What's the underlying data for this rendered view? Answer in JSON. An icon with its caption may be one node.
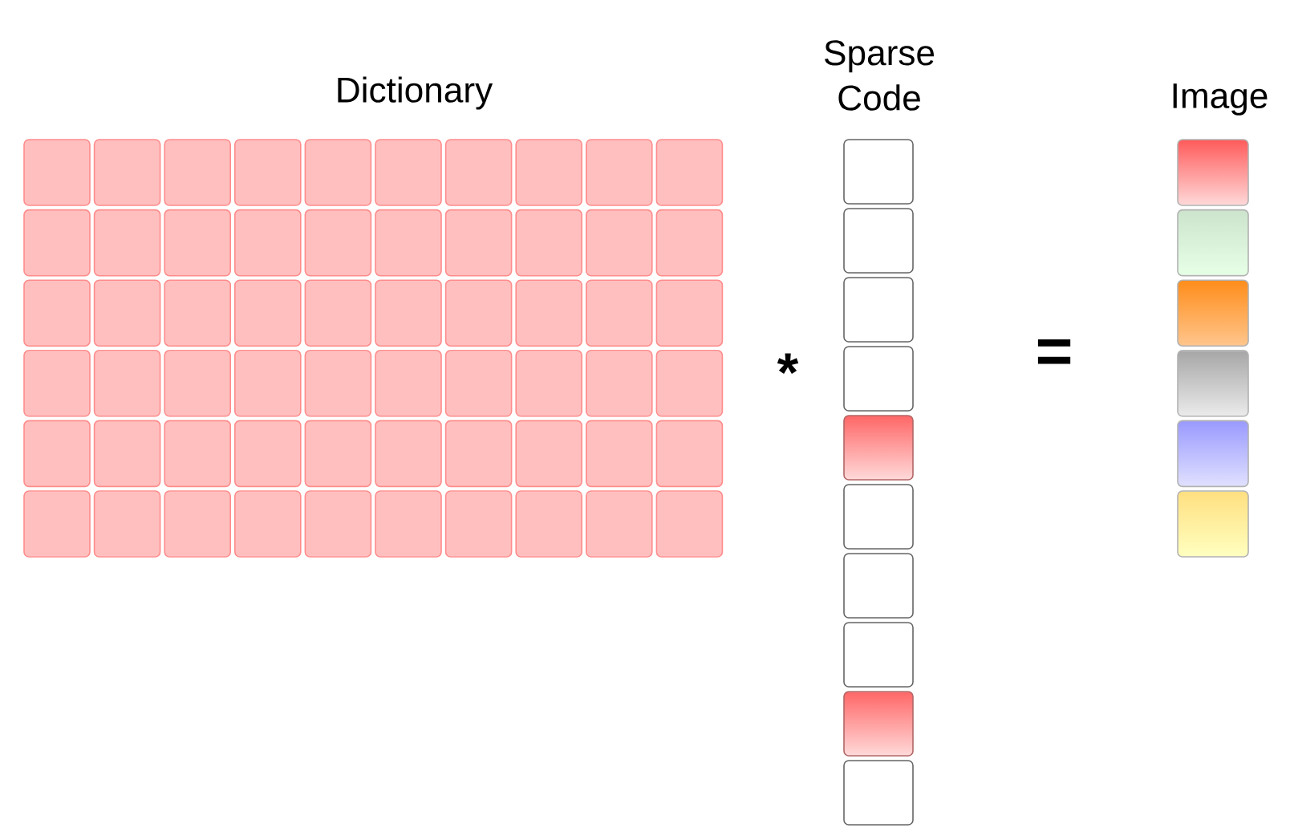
{
  "diagram": {
    "labels": [
      "Dictionary",
      "Sparse Code",
      "Image",
      "*",
      "="
    ]
  }
}
